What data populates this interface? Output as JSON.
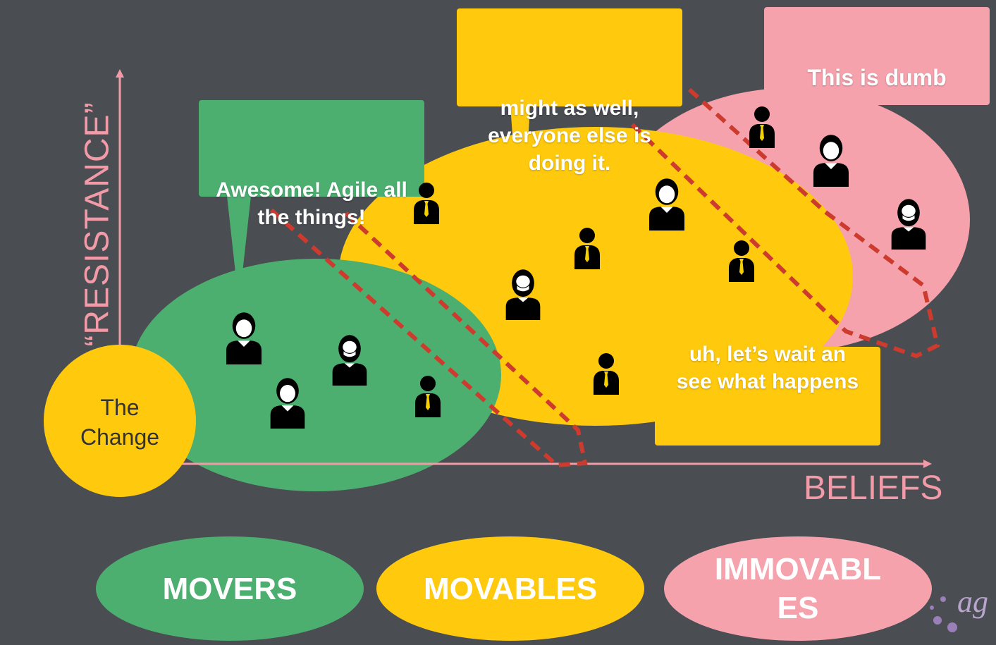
{
  "colors": {
    "background": "#4a4d52",
    "movers": "#4caf70",
    "movables": "#ffc90d",
    "immovables": "#f6a2ad",
    "axis": "#f29aa8",
    "divider": "#cc3b2e",
    "person": "#000000"
  },
  "axes": {
    "y_label": "“RESISTANCE”",
    "x_label": "BELIEFS"
  },
  "change": {
    "label_line1": "The",
    "label_line2": "Change"
  },
  "bubbles": {
    "movers": {
      "line1": "Awesome! Agile all",
      "line2": "the things!"
    },
    "movables": {
      "line1": "might as well,",
      "line2": "everyone else is",
      "line3": "doing it."
    },
    "late_movables": {
      "line1": "uh, let’s wait an",
      "line2": "see what happens"
    },
    "immovables": {
      "line1": "This is dumb"
    }
  },
  "legend": {
    "movers": "MOVERS",
    "movables": "MOVABLES",
    "immovables_line1": "IMMOVABL",
    "immovables_line2": "ES"
  },
  "icons": {
    "person": "person-icon",
    "person_tie": "person-with-tie-icon",
    "person_beard": "bearded-person-icon",
    "logo": "agile-logo-icon"
  }
}
